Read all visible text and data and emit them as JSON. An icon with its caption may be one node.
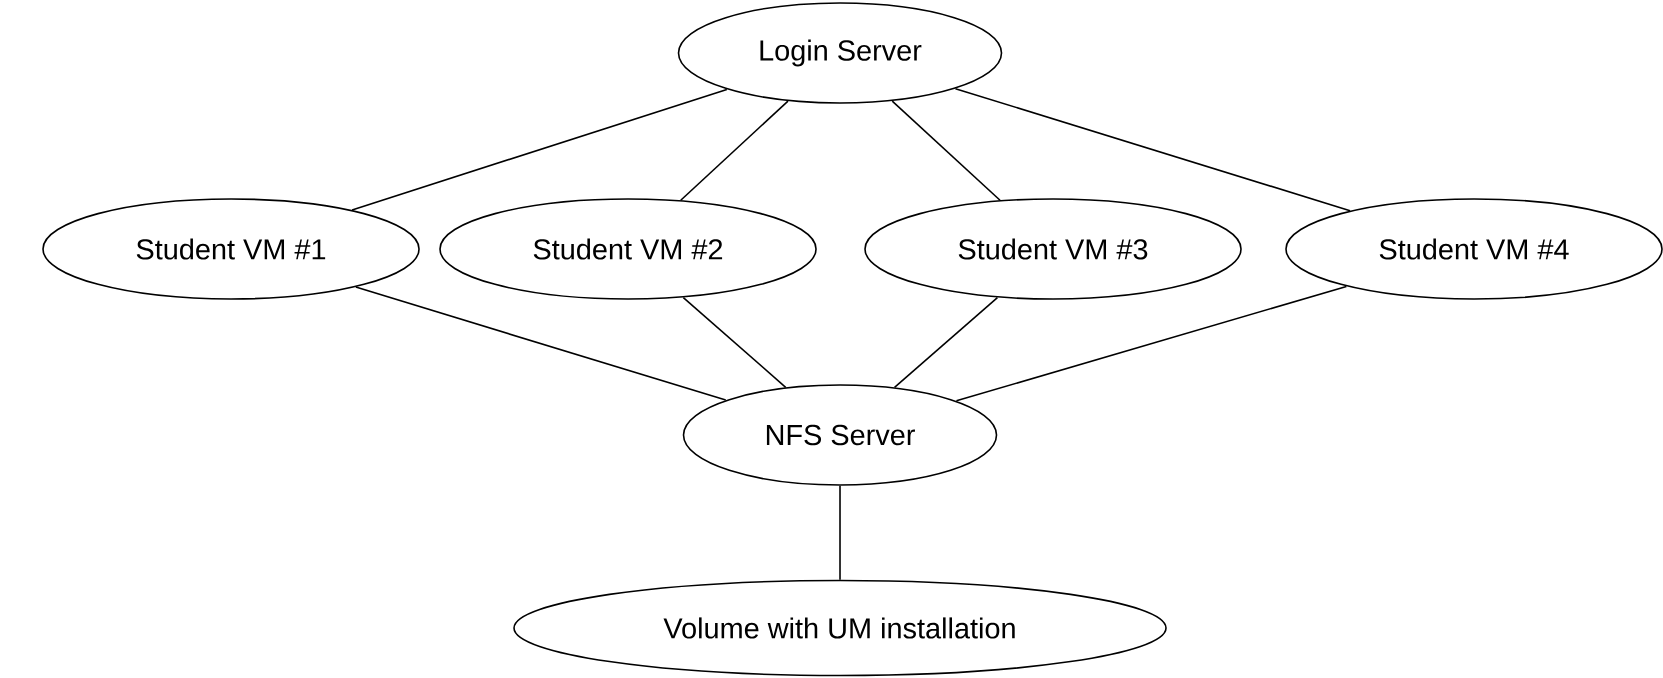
{
  "diagram": {
    "nodes": [
      {
        "text": [
          "Login Server"
        ]
      },
      {
        "text": [
          "Student VM #1"
        ]
      },
      {
        "text": [
          "Student VM #2"
        ]
      },
      {
        "text": [
          "Student VM #3"
        ]
      },
      {
        "text": [
          "Student VM #4"
        ]
      },
      {
        "text": [
          "NFS Server"
        ]
      },
      {
        "text": [
          "Volume with UM installation"
        ]
      }
    ],
    "edges": [
      {
        "from": 0,
        "to": 1,
        "arrow": "none"
      },
      {
        "from": 0,
        "to": 2,
        "arrow": "none"
      },
      {
        "from": 0,
        "to": 3,
        "arrow": "none"
      },
      {
        "from": 0,
        "to": 4,
        "arrow": "none"
      },
      {
        "from": 1,
        "to": 5,
        "arrow": "none"
      },
      {
        "from": 2,
        "to": 5,
        "arrow": "none"
      },
      {
        "from": 3,
        "to": 5,
        "arrow": "none"
      },
      {
        "from": 4,
        "to": 5,
        "arrow": "none"
      },
      {
        "from": 5,
        "to": 6,
        "arrow": "none"
      }
    ]
  }
}
